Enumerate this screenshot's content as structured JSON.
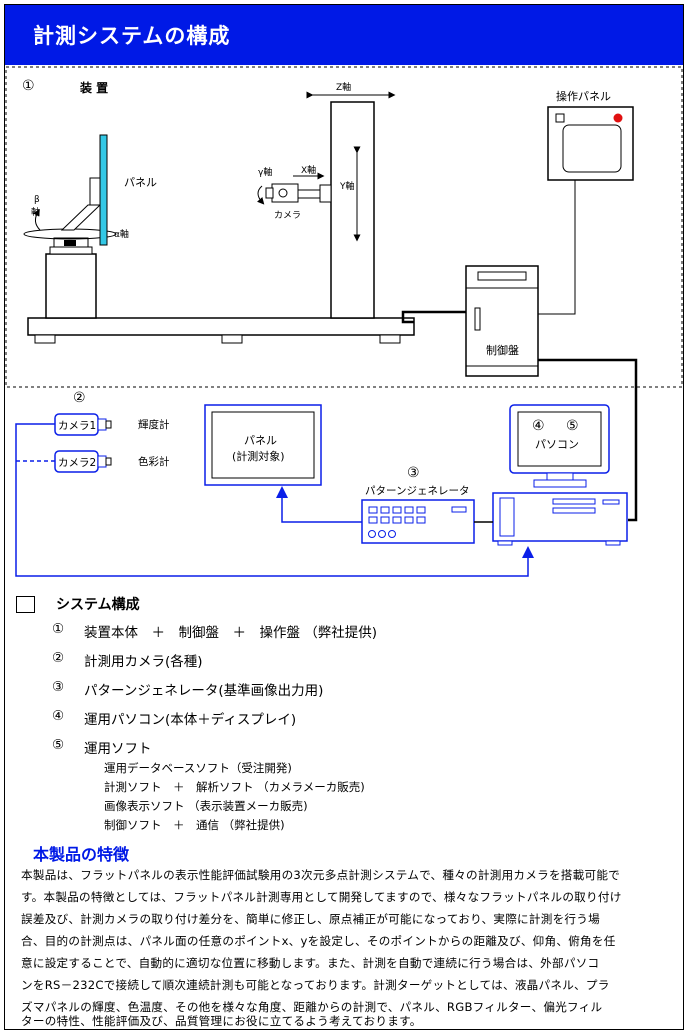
{
  "header": {
    "title": "計測システムの構成"
  },
  "diagram": {
    "section1_num": "①",
    "section1_label": "装 置",
    "z_axis": "Z軸",
    "y_axis": "Y軸",
    "x_axis": "X軸",
    "gamma_axis": "γ軸",
    "beta_axis_1": "β",
    "beta_axis_2": "軸",
    "alpha_axis": "α軸",
    "panel": "パネル",
    "camera": "カメラ",
    "control_panel": "操作パネル",
    "controller": "制御盤",
    "section2_num": "②",
    "camera1": "カメラ1",
    "camera2": "カメラ2",
    "luminance_meter": "輝度計",
    "colorimeter": "色彩計",
    "target_line1": "パネル",
    "target_line2": "(計測対象)",
    "section3_num": "③",
    "pattern_generator": "パターンジェネレータ",
    "section4_num": "④",
    "section5_num": "⑤",
    "pc": "パソコン"
  },
  "system": {
    "title": "システム構成",
    "items": [
      {
        "num": "①",
        "text": "装置本体　＋　制御盤　＋　操作盤 （弊社提供)"
      },
      {
        "num": "②",
        "text": "計測用カメラ(各種)"
      },
      {
        "num": "③",
        "text": "パターンジェネレータ(基準画像出力用)"
      },
      {
        "num": "④",
        "text": "運用パソコン(本体＋ディスプレイ)"
      },
      {
        "num": "⑤",
        "text": "運用ソフト"
      }
    ],
    "software": [
      "運用データベースソフト（受注開発)",
      "計測ソフト　＋　解析ソフト （カメラメーカ販売)",
      "画像表示ソフト （表示装置メーカ販売)",
      "制御ソフト　＋　通信 （弊社提供)"
    ]
  },
  "features": {
    "title": "本製品の特徴",
    "lines": [
      "本製品は、フラットパネルの表示性能評価試験用の3次元多点計測システムで、種々の計測用カメラを搭載可能で",
      "す。本製品の特徴としては、フラットパネル計測専用として開発してますので、様々なフラットパネルの取り付け",
      "誤差及び、計測カメラの取り付け差分を、簡単に修正し、原点補正が可能になっており、実際に計測を行う場",
      "合、目的の計測点は、パネル面の任意のポイントx、yを設定し、そのポイントからの距離及び、仰角、俯角を任",
      "意に設定することで、自動的に適切な位置に移動します。また、計測を自動で連続に行う場合は、外部パソコ",
      "ンをRS－232Cで接続して順次連続計測も可能となっております。計測ターゲットとしては、液晶パネル、プラ",
      "ズマパネルの輝度、色温度、その他を様々な角度、距離からの計測で、パネル、RGBフィルター、偏光フィル",
      "ターの特性、性能評価及び、品質管理にお役に立てるよう考えております。"
    ]
  },
  "colors": {
    "brand_blue": "#0019e6",
    "panel_cyan": "#33c8e6",
    "link_blue": "#0a1fe8",
    "indicator_red": "#e01010"
  }
}
